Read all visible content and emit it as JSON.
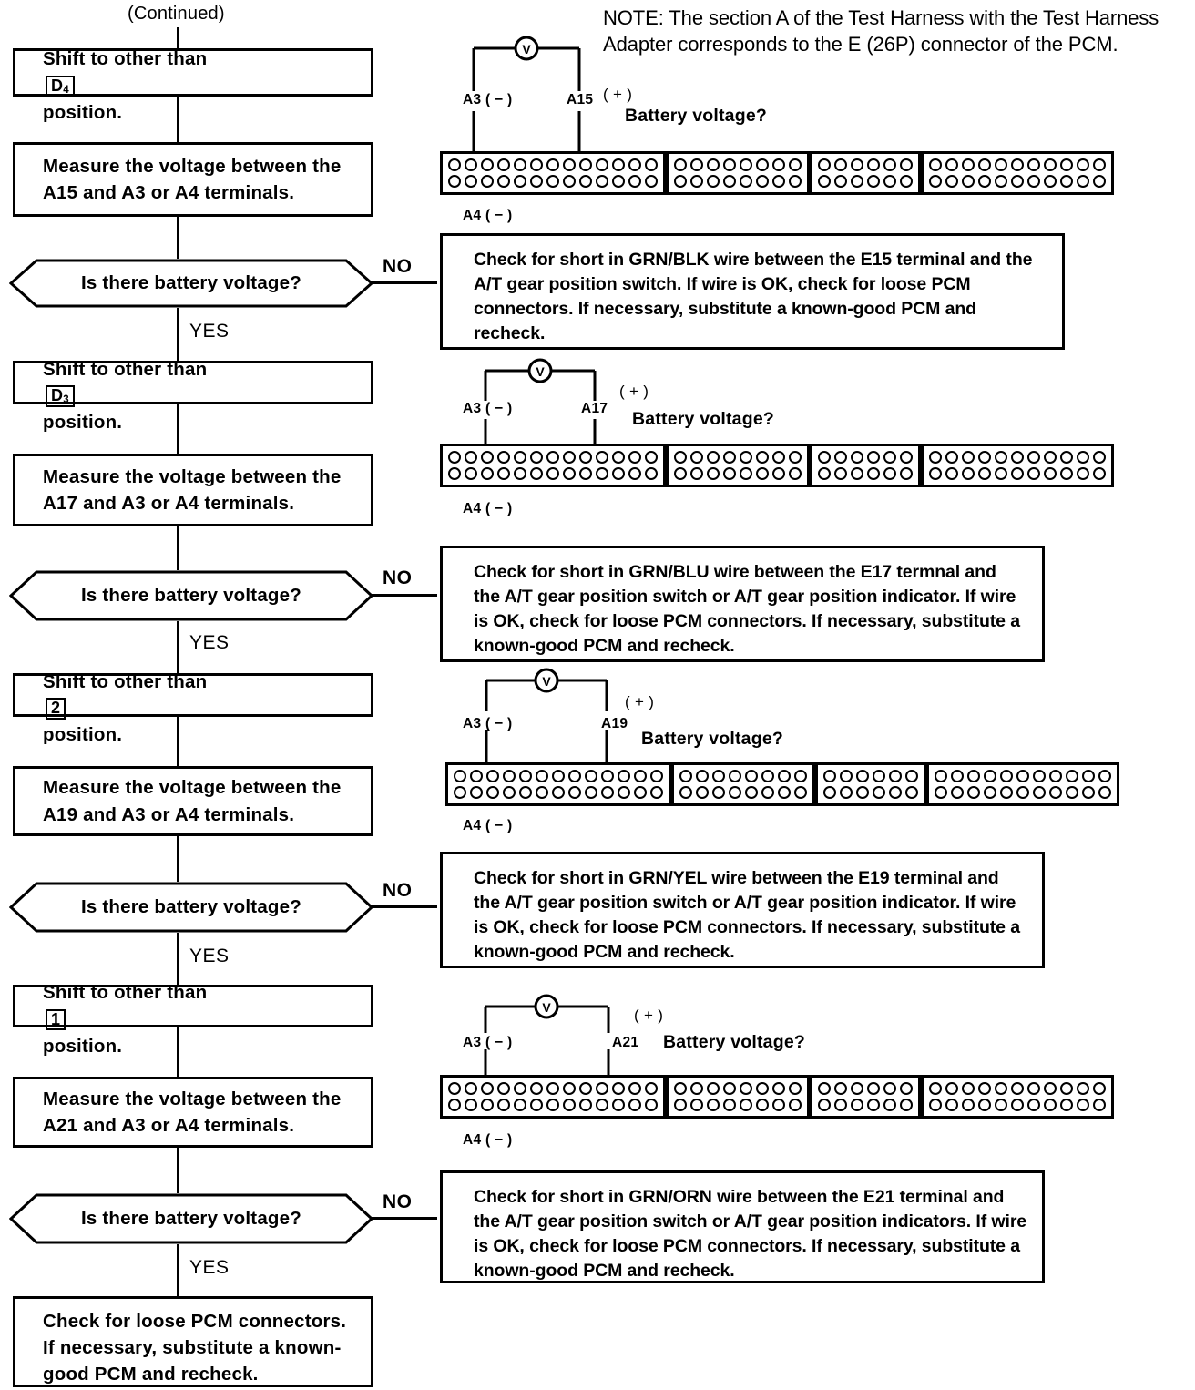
{
  "meta": {
    "continued_label": "(Continued)",
    "yes_label": "YES",
    "no_label": "NO"
  },
  "note": {
    "text": "NOTE:  The section A of the Test Harness with the Test Harness Adapter corresponds to the E (26P) connector of the PCM."
  },
  "connector": {
    "blocks_top_counts": [
      13,
      8,
      6,
      11
    ],
    "blocks_bottom_counts": [
      13,
      8,
      6,
      11
    ]
  },
  "stages": [
    {
      "id": "stage-d4",
      "shift_prefix": "Shift to other than",
      "shift_position": "D4",
      "shift_suffix": "position.",
      "measure_text": "Measure the voltage between the\nA15 and A3 or A4 terminals.",
      "decision_text": "Is there battery voltage?",
      "probe_negative": "A3 ( − )",
      "probe_positive": "A15",
      "probe_positive_sign": "( + )",
      "probe_ground": "A4 ( − )",
      "voltmeter_label": "V",
      "battery_voltage_label": "Battery voltage?",
      "no_action": "Check for short in GRN/BLK wire between the E15 terminal and the A/T gear position switch. If wire is OK, check for loose PCM connectors. If necessary, substitute a known-good PCM and recheck."
    },
    {
      "id": "stage-d3",
      "shift_prefix": "Shift to other than",
      "shift_position": "D3",
      "shift_suffix": "position.",
      "measure_text": "Measure the voltage between the\nA17 and A3 or A4 terminals.",
      "decision_text": "Is there battery voltage?",
      "probe_negative": "A3 ( − )",
      "probe_positive": "A17",
      "probe_positive_sign": "( + )",
      "probe_ground": "A4 ( − )",
      "voltmeter_label": "V",
      "battery_voltage_label": "Battery voltage?",
      "no_action": "Check for short in GRN/BLU wire between the E17 termnal and the A/T gear position switch or A/T gear position indicator. If wire is OK, check for loose PCM connectors. If necessary, substitute a known-good PCM and recheck."
    },
    {
      "id": "stage-2",
      "shift_prefix": "Shift to other than",
      "shift_position": "2",
      "shift_suffix": "position.",
      "measure_text": "Measure the voltage between the\nA19 and A3 or A4 terminals.",
      "decision_text": "Is there battery voltage?",
      "probe_negative": "A3 ( − )",
      "probe_positive": "A19",
      "probe_positive_sign": "( + )",
      "probe_ground": "A4 ( − )",
      "voltmeter_label": "V",
      "battery_voltage_label": "Battery voltage?",
      "no_action": "Check for short in GRN/YEL wire between the E19 terminal and the A/T gear position switch or A/T gear position indicator. If wire is OK, check for loose PCM connectors. If necessary, substitute a known-good PCM and recheck."
    },
    {
      "id": "stage-1",
      "shift_prefix": "Shift to other than",
      "shift_position": "1",
      "shift_suffix": "position.",
      "measure_text": "Measure the voltage between the\nA21 and A3 or A4 terminals.",
      "decision_text": "Is there battery voltage?",
      "probe_negative": "A3 ( − )",
      "probe_positive": "A21",
      "probe_positive_sign": "( + )",
      "probe_ground": "A4 ( − )",
      "voltmeter_label": "V",
      "battery_voltage_label": "Battery voltage?",
      "no_action": "Check for short in GRN/ORN wire between the E21 terminal and the A/T gear position switch or A/T gear position indicators. If wire is OK, check for loose PCM connectors. If necessary, substitute a known-good PCM and recheck."
    }
  ],
  "final_box": {
    "text": "Check for loose PCM connectors.\nIf necessary, substitute a known-\ngood PCM and recheck."
  }
}
